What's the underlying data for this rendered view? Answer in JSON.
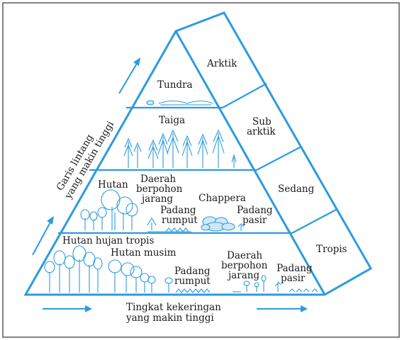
{
  "colors": {
    "accent": "#2b9be0",
    "text": "#1a1a1a",
    "frame": "#333333"
  },
  "pyramid": {
    "front_labels": {
      "tundra": "Tundra",
      "taiga": "Taiga",
      "hutan": "Hutan",
      "daerah_berpohon_jarang_1": [
        "Daerah",
        "berpohon",
        "jarang"
      ],
      "chappera": "Chappera",
      "padang_rumput_1": [
        "Padang",
        "rumput"
      ],
      "padang_pasir_1": [
        "Padang",
        "pasir"
      ],
      "hutan_hujan_tropis": "Hutan hujan tropis",
      "hutan_musim": "Hutan musim",
      "padang_rumput_2": [
        "Padang",
        "rumput"
      ],
      "daerah_berpohon_jarang_2": [
        "Daerah",
        "berpohon",
        "jarang"
      ],
      "padang_pasir_2": [
        "Padang",
        "pasir"
      ]
    },
    "side_labels": {
      "arktik": "Arktik",
      "sub_arktik": [
        "Sub",
        "arktik"
      ],
      "sedang": "Sedang",
      "tropis": "Tropis"
    }
  },
  "axes": {
    "vertical_label": [
      "Garis lintang",
      "yang makin tinggi"
    ],
    "horizontal_label": [
      "Tingkat kekeringan",
      "yang makin tinggi"
    ]
  }
}
